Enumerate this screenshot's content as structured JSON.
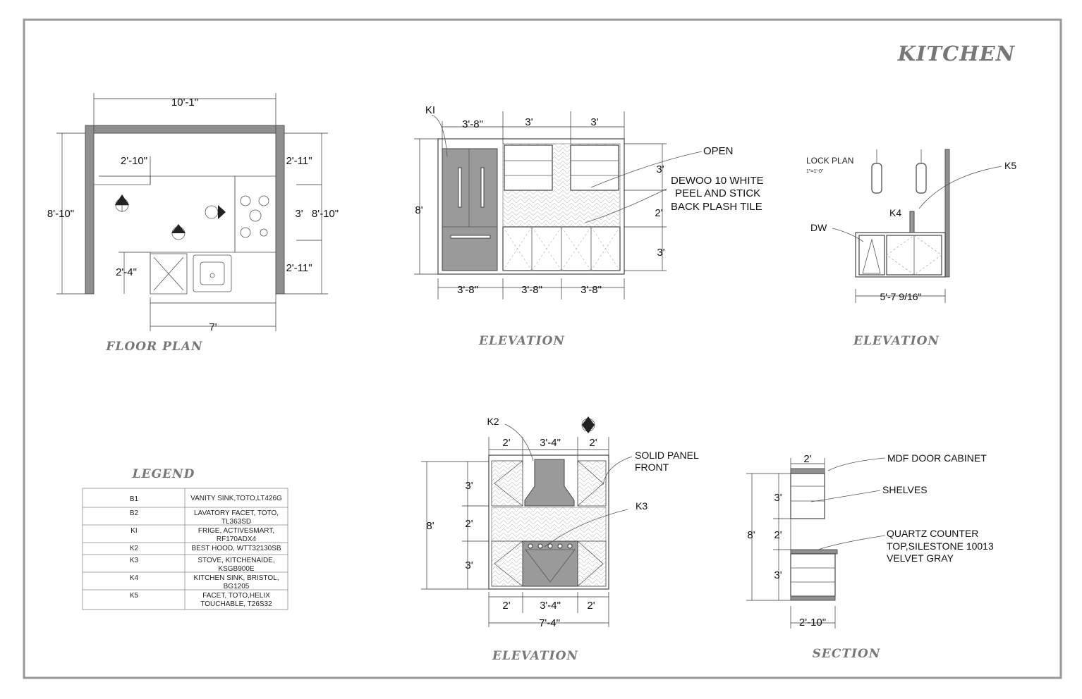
{
  "sheet_title": "KITCHEN",
  "floor_plan": {
    "title": "FLOOR PLAN",
    "dims": {
      "top": "10'-1\"",
      "left": "8'-10\"",
      "right": "8'-10\"",
      "upper_left": "2'-10\"",
      "upper_right": "2'-11\"",
      "mid_right": "3'",
      "lower_right": "2'-11\"",
      "lower_left": "2'-4\"",
      "bottom": "7'"
    }
  },
  "elevation_1": {
    "title": "ELEVATION",
    "tag": "KI",
    "top_dims": [
      "3'-8\"",
      "3'",
      "3'"
    ],
    "left_dim": "8'",
    "right_dims": [
      "3'",
      "2'",
      "3'"
    ],
    "bottom_dims": [
      "3'-8\"",
      "3'-8\"",
      "3'-8\""
    ],
    "note_open": "OPEN",
    "note_tile": [
      "DEWOO 10 WHITE",
      "PEEL AND STICK",
      "BACK PLASH TILE"
    ]
  },
  "elevation_2": {
    "title": "ELEVATION",
    "key_plan_text": "LOCK PLAN",
    "key_plan_scale": "1\"=1'-0\"",
    "tag_k5": "K5",
    "tag_k4": "K4",
    "tag_dw": "DW",
    "bottom_dim": "5'-7 9/16\""
  },
  "elevation_3": {
    "title": "ELEVATION",
    "tag_k2": "K2",
    "tag_k3": "K3",
    "top_dims": [
      "2'",
      "3'-4\"",
      "2'"
    ],
    "left_dim": "8'",
    "inner_dims": [
      "3'",
      "2'",
      "3'"
    ],
    "bottom_dims": [
      "2'",
      "3'-4\"",
      "2'"
    ],
    "overall": "7'-4\"",
    "note": [
      "SOLID PANEL",
      "FRONT"
    ]
  },
  "section": {
    "title": "SECTION",
    "top_dim": "2'",
    "left_dim": "8'",
    "inner_dims": [
      "3'",
      "2'",
      "3'"
    ],
    "bottom_dim": "2'-10\"",
    "notes": {
      "cabinet": "MDF DOOR CABINET",
      "shelves": "SHELVES",
      "counter": [
        "QUARTZ COUNTER",
        "TOP,SILESTONE 10013",
        "VELVET GRAY"
      ]
    }
  },
  "legend": {
    "title": "LEGEND",
    "rows": [
      {
        "code": "B1",
        "desc": [
          "VANITY SINK,TOTO,LT426G"
        ]
      },
      {
        "code": "B2",
        "desc": [
          "LAVATORY FACET, TOTO,",
          "TL363SD"
        ]
      },
      {
        "code": "KI",
        "desc": [
          "FRIGE, ACTIVESMART,",
          "RF170ADX4"
        ]
      },
      {
        "code": "K2",
        "desc": [
          "BEST HOOD, WTT32130SB"
        ]
      },
      {
        "code": "K3",
        "desc": [
          "STOVE, KITCHENAIDE,",
          "KSGB900E"
        ]
      },
      {
        "code": "K4",
        "desc": [
          "KITCHEN SINK, BRISTOL,",
          "BG1205"
        ]
      },
      {
        "code": "K5",
        "desc": [
          "FACET, TOTO,HELIX",
          "TOUCHABLE, T26S32"
        ]
      }
    ]
  },
  "colors": {
    "title": "#777777",
    "wall": "#8f8f8f",
    "border": "#999999"
  }
}
